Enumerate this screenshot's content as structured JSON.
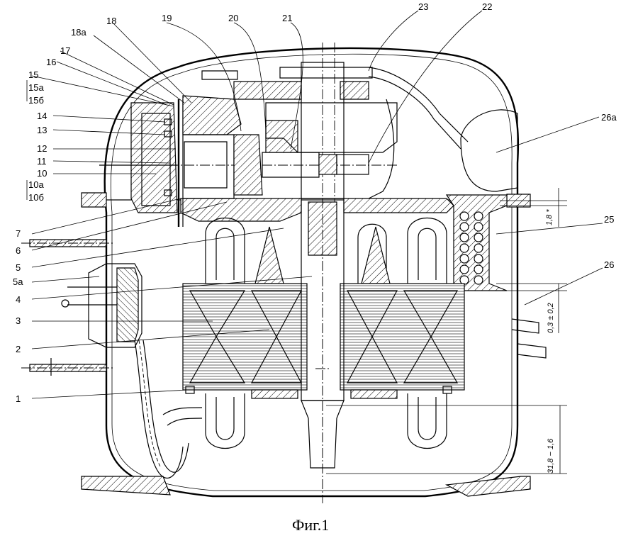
{
  "figure": {
    "caption": "Фиг.1",
    "labels_left": {
      "l15": "15",
      "l15a": "15а",
      "l15b": "15б",
      "l16": "16",
      "l17": "17",
      "l18a": "18а",
      "l18": "18",
      "l14": "14",
      "l13": "13",
      "l12": "12",
      "l11": "11",
      "l10": "10",
      "l10a": "10а",
      "l10b": "10б",
      "l7": "7",
      "l6": "6",
      "l5": "5",
      "l5a": "5а",
      "l4": "4",
      "l3": "3",
      "l2": "2",
      "l1": "1"
    },
    "labels_top": {
      "l19": "19",
      "l20": "20",
      "l21": "21",
      "l23": "23",
      "l22": "22"
    },
    "labels_right": {
      "l26a": "26а",
      "l25": "25",
      "l26": "26"
    },
    "dimensions": {
      "d1": "1,8 *",
      "d2": "0,3 ± 0,2",
      "d3": "31,8 − 1,6"
    }
  }
}
